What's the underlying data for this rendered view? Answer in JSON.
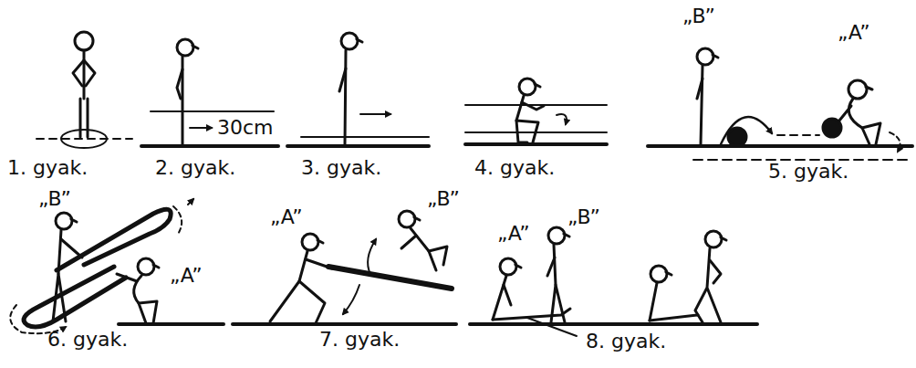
{
  "diagram": {
    "labels": [
      "1. gyak.",
      "30cm",
      "2. gyak.",
      "3. gyak.",
      "4. gyak.",
      "„B”",
      "„A”",
      "5. gyak.",
      "„B”",
      "„A”",
      "6. gyak.",
      "„A”",
      "„B”",
      "7. gyak.",
      "„A”",
      "„B”",
      "8. gyak."
    ]
  }
}
